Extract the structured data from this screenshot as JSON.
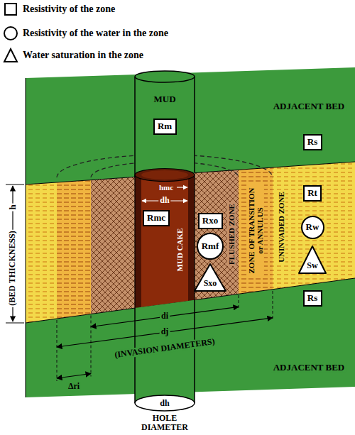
{
  "diagram": {
    "nodes": [
      {
        "text": [
          "Rm"
        ]
      },
      {
        "text": [
          "Rs"
        ]
      },
      {
        "text": [
          "Rmc"
        ]
      },
      {
        "text": [
          "Rxo"
        ]
      },
      {
        "text": [
          "Rmf"
        ]
      },
      {
        "text": [
          "Sxo"
        ]
      },
      {
        "text": [
          "Rt"
        ]
      },
      {
        "text": [
          "Rw"
        ]
      },
      {
        "text": [
          "Sw"
        ]
      },
      {
        "text": [
          "Rs"
        ]
      }
    ],
    "labels": [
      "MUD",
      "ADJACENT BED",
      "hmc",
      "dh",
      "MUD CAKE",
      "FLUSHED ZONE",
      "ZONE OF TRANSITION or ANNULUS",
      "UNINVADED ZONE",
      "h",
      "(BED THICKNESS)",
      "ADJACENT BED",
      "di",
      "dj",
      "(INVASION DIAMETERS)",
      "Δri",
      "dh",
      "HOLE DIAMETER"
    ],
    "legend": [
      {
        "text": "Resistivity of the zone"
      },
      {
        "text": "Resistivity of the water in the zone"
      },
      {
        "text": "Water saturation in the zone"
      }
    ]
  }
}
